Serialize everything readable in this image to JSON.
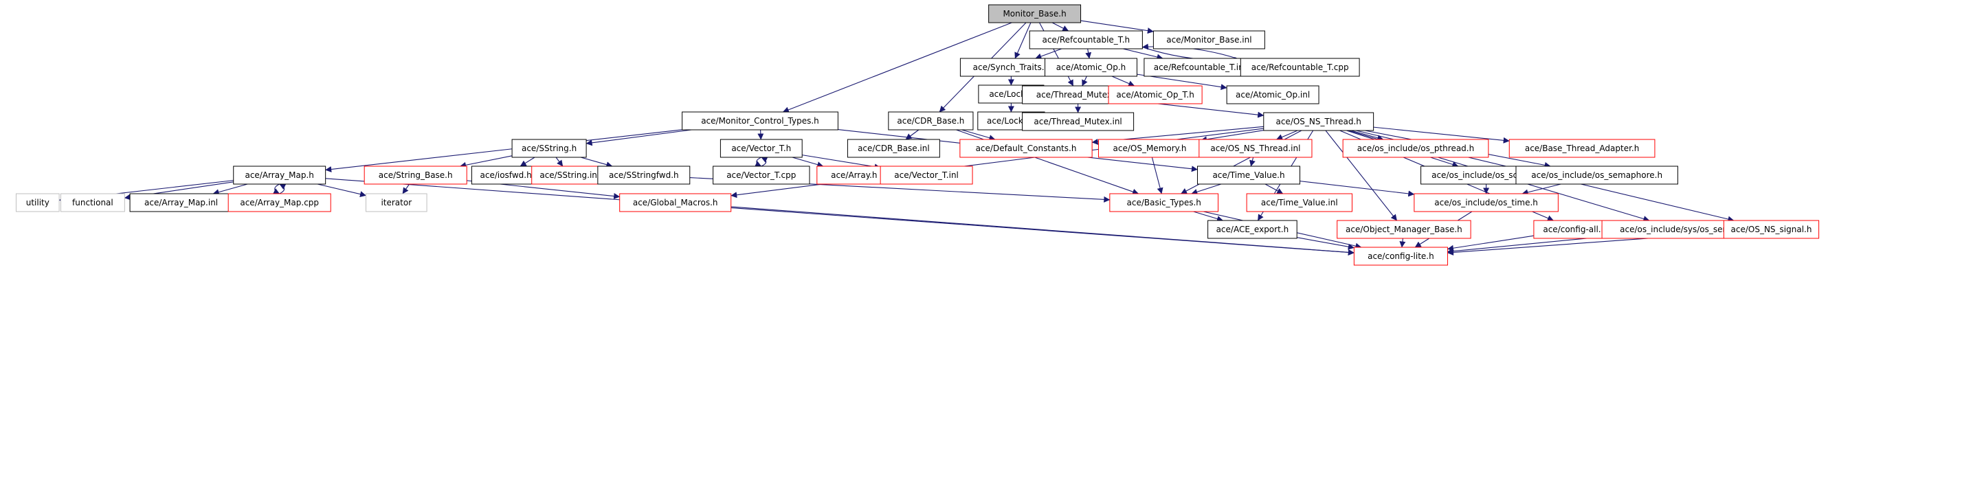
{
  "nodes": [
    {
      "id": "root",
      "label": "Monitor_Base.h",
      "kind": "root"
    },
    {
      "id": "refT_h",
      "label": "ace/Refcountable_T.h",
      "kind": "doc"
    },
    {
      "id": "mon_inl",
      "label": "ace/Monitor_Base.inl",
      "kind": "doc"
    },
    {
      "id": "synch_traits",
      "label": "ace/Synch_Traits.h",
      "kind": "doc"
    },
    {
      "id": "atomic_h",
      "label": "ace/Atomic_Op.h",
      "kind": "doc"
    },
    {
      "id": "refT_inl",
      "label": "ace/Refcountable_T.inl",
      "kind": "doc"
    },
    {
      "id": "refT_cpp",
      "label": "ace/Refcountable_T.cpp",
      "kind": "doc"
    },
    {
      "id": "lock_h",
      "label": "ace/Lock.h",
      "kind": "doc"
    },
    {
      "id": "thread_mutex_h",
      "label": "ace/Thread_Mutex.h",
      "kind": "doc"
    },
    {
      "id": "atomic_T",
      "label": "ace/Atomic_Op_T.h",
      "kind": "undoc"
    },
    {
      "id": "atomic_inl",
      "label": "ace/Atomic_Op.inl",
      "kind": "doc"
    },
    {
      "id": "lock_inl",
      "label": "ace/Lock.inl",
      "kind": "doc"
    },
    {
      "id": "mct_h",
      "label": "ace/Monitor_Control_Types.h",
      "kind": "doc"
    },
    {
      "id": "cdr_h",
      "label": "ace/CDR_Base.h",
      "kind": "doc"
    },
    {
      "id": "thread_mutex_inl",
      "label": "ace/Thread_Mutex.inl",
      "kind": "doc"
    },
    {
      "id": "os_ns_thread_h",
      "label": "ace/OS_NS_Thread.h",
      "kind": "doc"
    },
    {
      "id": "sstring_h",
      "label": "ace/SString.h",
      "kind": "doc"
    },
    {
      "id": "vector_h",
      "label": "ace/Vector_T.h",
      "kind": "doc"
    },
    {
      "id": "cdr_inl",
      "label": "ace/CDR_Base.inl",
      "kind": "doc"
    },
    {
      "id": "default_const",
      "label": "ace/Default_Constants.h",
      "kind": "undoc"
    },
    {
      "id": "os_memory",
      "label": "ace/OS_Memory.h",
      "kind": "undoc"
    },
    {
      "id": "os_ns_thread_inl",
      "label": "ace/OS_NS_Thread.inl",
      "kind": "undoc"
    },
    {
      "id": "pthread",
      "label": "ace/os_include/os_pthread.h",
      "kind": "undoc"
    },
    {
      "id": "base_thread",
      "label": "ace/Base_Thread_Adapter.h",
      "kind": "undoc"
    },
    {
      "id": "array_map_h",
      "label": "ace/Array_Map.h",
      "kind": "doc"
    },
    {
      "id": "string_base",
      "label": "ace/String_Base.h",
      "kind": "undoc"
    },
    {
      "id": "iosfwd",
      "label": "ace/iosfwd.h",
      "kind": "doc"
    },
    {
      "id": "sstring_inl",
      "label": "ace/SString.inl",
      "kind": "undoc"
    },
    {
      "id": "sstringfwd",
      "label": "ace/SStringfwd.h",
      "kind": "doc"
    },
    {
      "id": "vector_cpp",
      "label": "ace/Vector_T.cpp",
      "kind": "doc"
    },
    {
      "id": "array_h",
      "label": "ace/Array.h",
      "kind": "undoc"
    },
    {
      "id": "vector_inl",
      "label": "ace/Vector_T.inl",
      "kind": "undoc"
    },
    {
      "id": "time_value",
      "label": "ace/Time_Value.h",
      "kind": "doc"
    },
    {
      "id": "os_sched",
      "label": "ace/os_include/os_sched.h",
      "kind": "doc"
    },
    {
      "id": "os_semaphore",
      "label": "ace/os_include/os_semaphore.h",
      "kind": "doc"
    },
    {
      "id": "utility",
      "label": "utility",
      "kind": "ext"
    },
    {
      "id": "functional",
      "label": "functional",
      "kind": "ext"
    },
    {
      "id": "array_map_inl",
      "label": "ace/Array_Map.inl",
      "kind": "doc"
    },
    {
      "id": "array_map_cpp",
      "label": "ace/Array_Map.cpp",
      "kind": "undoc"
    },
    {
      "id": "iterator",
      "label": "iterator",
      "kind": "ext"
    },
    {
      "id": "global_macros",
      "label": "ace/Global_Macros.h",
      "kind": "undoc"
    },
    {
      "id": "basic_types",
      "label": "ace/Basic_Types.h",
      "kind": "undoc"
    },
    {
      "id": "time_value_inl",
      "label": "ace/Time_Value.inl",
      "kind": "undoc"
    },
    {
      "id": "os_time",
      "label": "ace/os_include/os_time.h",
      "kind": "undoc"
    },
    {
      "id": "ace_export",
      "label": "ace/ACE_export.h",
      "kind": "doc"
    },
    {
      "id": "obj_mgr",
      "label": "ace/Object_Manager_Base.h",
      "kind": "undoc"
    },
    {
      "id": "config_all",
      "label": "ace/config-all.h",
      "kind": "undoc"
    },
    {
      "id": "os_sem",
      "label": "ace/os_include/sys/os_sem.h",
      "kind": "undoc"
    },
    {
      "id": "os_ns_signal",
      "label": "ace/OS_NS_signal.h",
      "kind": "undoc"
    },
    {
      "id": "config_lite",
      "label": "ace/config-lite.h",
      "kind": "undoc"
    }
  ],
  "edges": [
    [
      "root",
      "refT_h"
    ],
    [
      "root",
      "mon_inl"
    ],
    [
      "root",
      "synch_traits"
    ],
    [
      "root",
      "thread_mutex_h"
    ],
    [
      "root",
      "mct_h"
    ],
    [
      "root",
      "cdr_h"
    ],
    [
      "refT_h",
      "synch_traits"
    ],
    [
      "refT_h",
      "atomic_h"
    ],
    [
      "refT_h",
      "refT_inl"
    ],
    [
      "refT_h",
      "refT_cpp"
    ],
    [
      "refT_cpp",
      "refT_h"
    ],
    [
      "synch_traits",
      "lock_h"
    ],
    [
      "lock_h",
      "lock_inl"
    ],
    [
      "atomic_h",
      "thread_mutex_h"
    ],
    [
      "atomic_h",
      "atomic_T"
    ],
    [
      "atomic_h",
      "atomic_inl"
    ],
    [
      "thread_mutex_h",
      "thread_mutex_inl"
    ],
    [
      "thread_mutex_h",
      "os_ns_thread_h"
    ],
    [
      "mct_h",
      "array_map_h"
    ],
    [
      "mct_h",
      "sstring_h"
    ],
    [
      "mct_h",
      "vector_h"
    ],
    [
      "mct_h",
      "time_value"
    ],
    [
      "cdr_h",
      "cdr_inl"
    ],
    [
      "cdr_h",
      "default_const"
    ],
    [
      "cdr_h",
      "basic_types"
    ],
    [
      "os_ns_thread_h",
      "global_macros"
    ],
    [
      "os_ns_thread_h",
      "default_const"
    ],
    [
      "os_ns_thread_h",
      "os_memory"
    ],
    [
      "os_ns_thread_h",
      "os_ns_thread_inl"
    ],
    [
      "os_ns_thread_h",
      "basic_types"
    ],
    [
      "os_ns_thread_h",
      "pthread"
    ],
    [
      "os_ns_thread_h",
      "base_thread"
    ],
    [
      "os_ns_thread_h",
      "os_sched"
    ],
    [
      "os_ns_thread_h",
      "os_semaphore"
    ],
    [
      "os_ns_thread_h",
      "ace_export"
    ],
    [
      "os_ns_thread_h",
      "obj_mgr"
    ],
    [
      "os_ns_thread_h",
      "config_all"
    ],
    [
      "os_ns_thread_h",
      "os_sem"
    ],
    [
      "os_ns_thread_h",
      "os_ns_signal"
    ],
    [
      "sstring_h",
      "string_base"
    ],
    [
      "sstring_h",
      "iosfwd"
    ],
    [
      "sstring_h",
      "sstring_inl"
    ],
    [
      "sstring_h",
      "sstringfwd"
    ],
    [
      "vector_h",
      "vector_cpp"
    ],
    [
      "vector_cpp",
      "vector_h"
    ],
    [
      "vector_h",
      "array_h"
    ],
    [
      "vector_h",
      "vector_inl"
    ],
    [
      "os_ns_thread_inl",
      "time_value"
    ],
    [
      "array_map_h",
      "utility"
    ],
    [
      "array_map_h",
      "functional"
    ],
    [
      "array_map_h",
      "array_map_inl"
    ],
    [
      "array_map_h",
      "array_map_cpp"
    ],
    [
      "array_map_cpp",
      "array_map_h"
    ],
    [
      "array_map_h",
      "iterator"
    ],
    [
      "array_map_h",
      "config_lite"
    ],
    [
      "string_base",
      "iterator"
    ],
    [
      "string_base",
      "global_macros"
    ],
    [
      "sstringfwd",
      "basic_types"
    ],
    [
      "time_value",
      "basic_types"
    ],
    [
      "time_value",
      "time_value_inl"
    ],
    [
      "time_value",
      "os_time"
    ],
    [
      "os_memory",
      "basic_types"
    ],
    [
      "os_sched",
      "os_time"
    ],
    [
      "os_semaphore",
      "os_time"
    ],
    [
      "global_macros",
      "config_lite"
    ],
    [
      "basic_types",
      "ace_export"
    ],
    [
      "basic_types",
      "config_lite"
    ],
    [
      "ace_export",
      "config_lite"
    ],
    [
      "obj_mgr",
      "config_lite"
    ],
    [
      "os_time",
      "config_lite"
    ],
    [
      "config_all",
      "config_lite"
    ],
    [
      "os_sem",
      "config_lite"
    ],
    [
      "os_ns_signal",
      "config_lite"
    ]
  ],
  "colors": {
    "edge": "#191970",
    "root_fill": "#bfbfbf",
    "doc_border": "#000000",
    "undoc_border": "#ff0000",
    "ext_border": "#bfbfbf",
    "node_fill": "#ffffff"
  }
}
